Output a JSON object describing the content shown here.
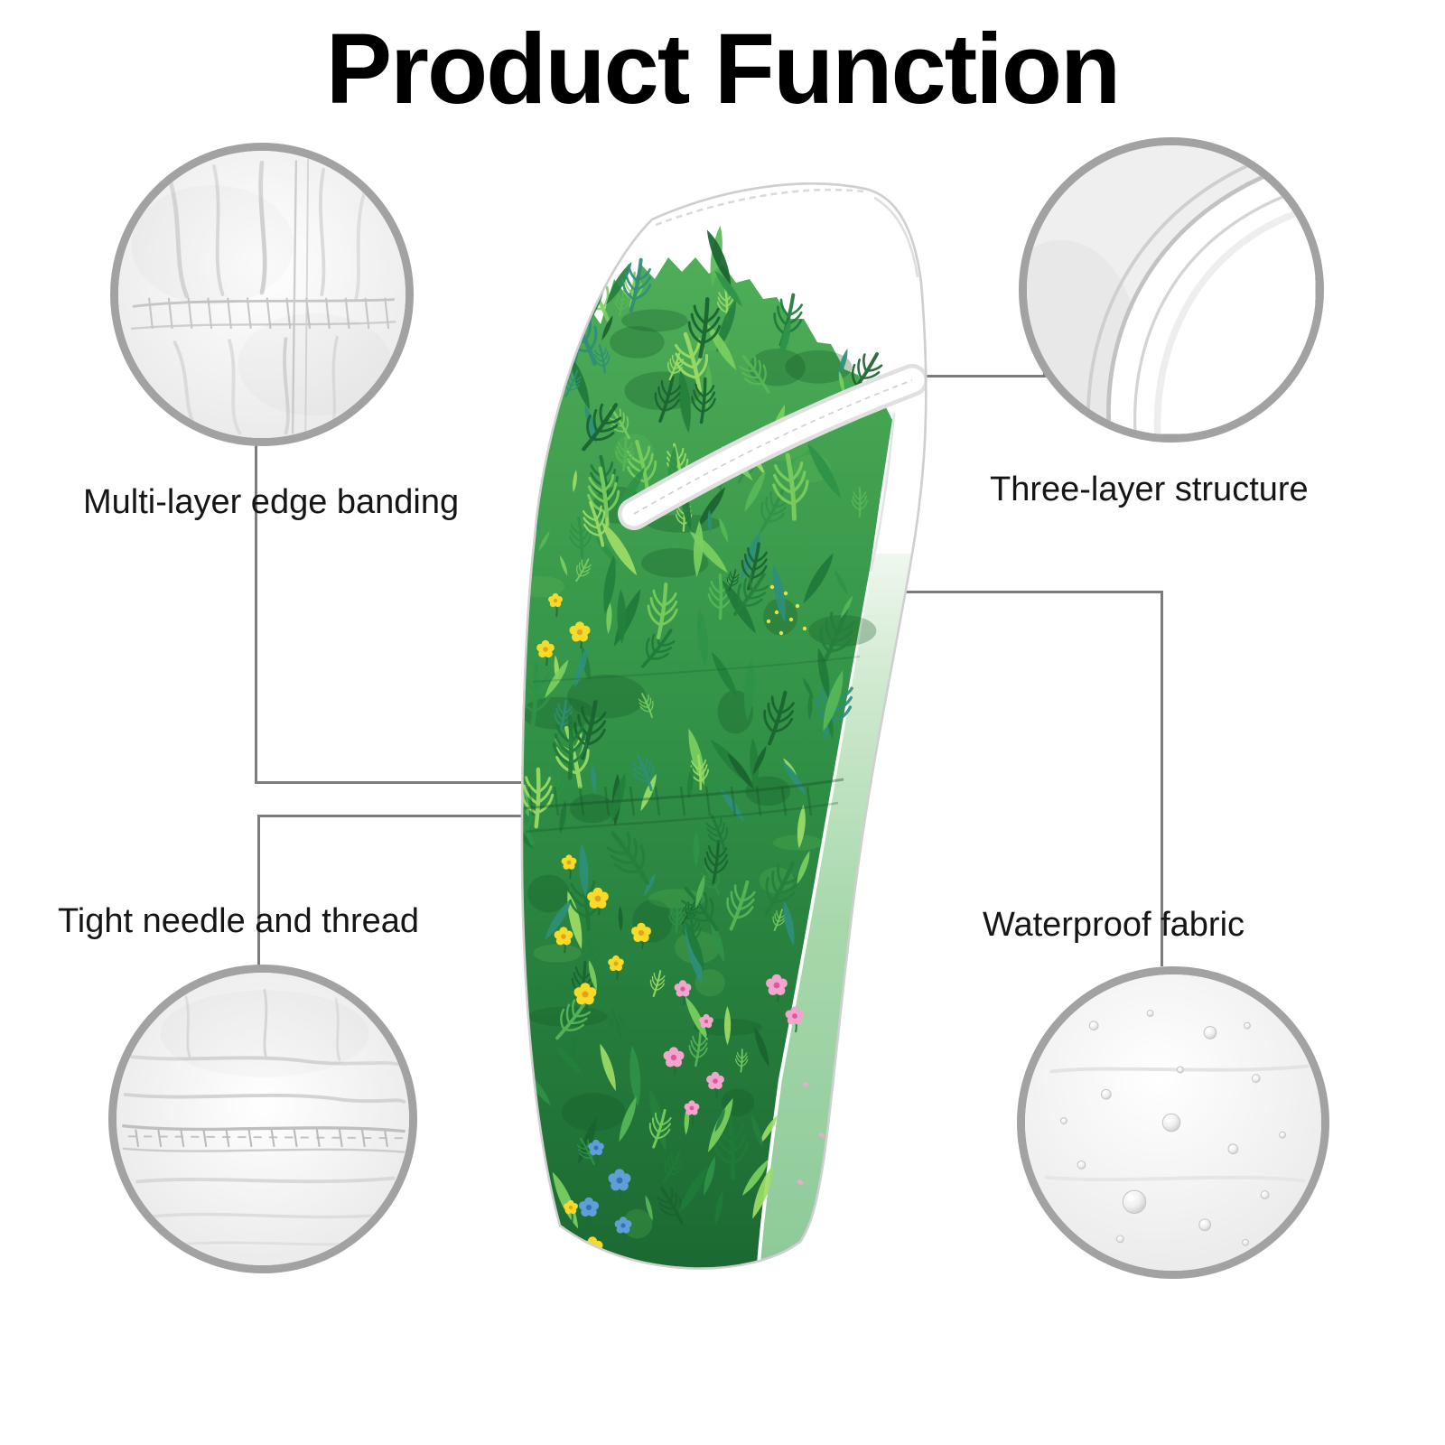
{
  "title": "Product Function",
  "features": {
    "edge_banding": {
      "label": "Multi-layer edge banding",
      "icon": "edge-banding-detail"
    },
    "three_layer": {
      "label": "Three-layer structure",
      "icon": "three-layer-detail"
    },
    "needle_thread": {
      "label": "Tight needle and thread",
      "icon": "needle-thread-detail"
    },
    "waterproof": {
      "label": "Waterproof fabric",
      "icon": "waterproof-detail"
    }
  },
  "colors": {
    "ring_gray": "#a2a2a2",
    "callout_line": "#7c7c7c",
    "grass_green": "#2f8f45",
    "path_green": "#8cc998",
    "flower_yellow": "#f8da28",
    "flower_pink": "#f2a6ce",
    "flower_blue": "#5f9fd8"
  }
}
